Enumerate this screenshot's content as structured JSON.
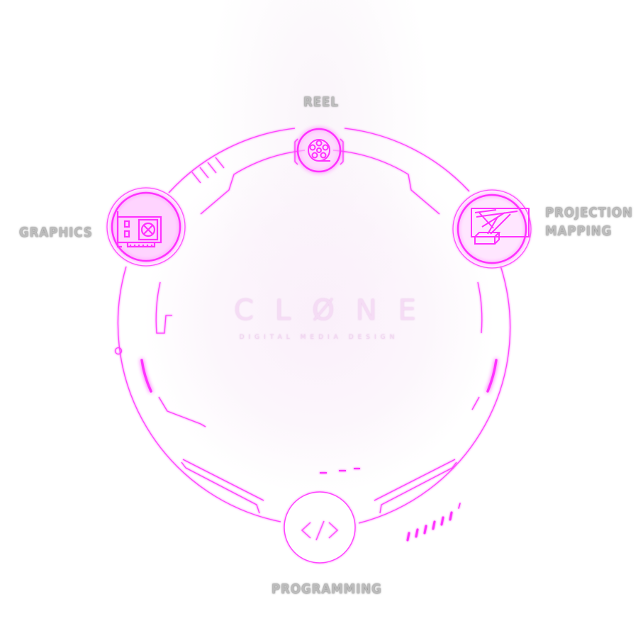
{
  "menu": {
    "reel": "REEL",
    "graphics": "GRAPHICS",
    "projection_line1": "PROJECTION",
    "projection_line2": "MAPPING",
    "programming": "PROGRAMMING"
  },
  "center": {
    "logo": "CLØNE",
    "tagline": "DIGITAL  MEDIA  DESIGN"
  },
  "icons": {
    "reel": "film-reel-icon",
    "graphics": "graphics-card-icon",
    "projection": "projector-icon",
    "programming": "code-brackets-icon"
  },
  "colors": {
    "accent": "#ff33ff",
    "label": "#bdbdbd",
    "background": "#ffffff"
  }
}
